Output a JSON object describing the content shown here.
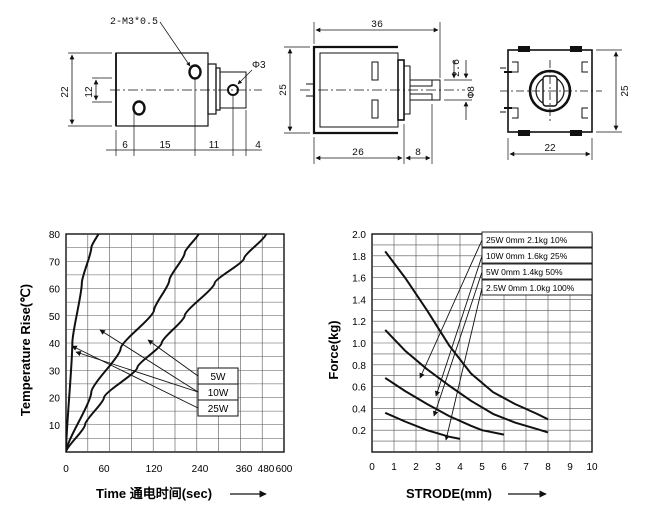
{
  "drawings": {
    "side_view": {
      "labels": {
        "thread": "2-M3*0.5",
        "dia": "Φ3",
        "height": "22",
        "inner": "12",
        "d1": "6",
        "d2": "15",
        "d3": "11",
        "d4": "4"
      }
    },
    "front_view": {
      "labels": {
        "width": "36",
        "height": "25",
        "d1": "2.6",
        "dia": "Φ8",
        "bottom": "26",
        "plunger": "8"
      }
    },
    "end_view": {
      "labels": {
        "height": "25",
        "width": "22"
      }
    }
  },
  "chart_data": [
    {
      "type": "line",
      "xlabel": "Time 通电时间(sec)",
      "ylabel": "Temperature Rise(℃)",
      "x_ticks": [
        "0",
        "60",
        "120",
        "240",
        "360",
        "480",
        "600"
      ],
      "y_ticks": [
        "10",
        "20",
        "30",
        "40",
        "50",
        "60",
        "70",
        "80"
      ],
      "xlim": [
        0,
        600
      ],
      "ylim": [
        0,
        80
      ],
      "grid": true,
      "legend": [
        "5W",
        "10W",
        "25W"
      ],
      "series": [
        {
          "name": "25W",
          "points": [
            [
              0,
              0
            ],
            [
              10,
              40
            ],
            [
              25,
              62
            ],
            [
              40,
              75
            ],
            [
              55,
              82
            ]
          ]
        },
        {
          "name": "10W",
          "points": [
            [
              0,
              0
            ],
            [
              40,
              22
            ],
            [
              80,
              38
            ],
            [
              120,
              52
            ],
            [
              160,
              63
            ],
            [
              200,
              73
            ],
            [
              240,
              81
            ]
          ]
        },
        {
          "name": "5W",
          "points": [
            [
              0,
              0
            ],
            [
              30,
              10
            ],
            [
              60,
              20
            ],
            [
              100,
              31
            ],
            [
              140,
              40
            ],
            [
              200,
              50
            ],
            [
              280,
              62
            ],
            [
              360,
              71
            ],
            [
              480,
              80
            ]
          ]
        }
      ]
    },
    {
      "type": "line",
      "xlabel": "STRODE(mm)",
      "ylabel": "Force(kg)",
      "x_ticks": [
        "0",
        "1",
        "2",
        "3",
        "4",
        "5",
        "6",
        "7",
        "8",
        "9",
        "10"
      ],
      "y_ticks": [
        "0.2",
        "0.4",
        "0.6",
        "0.8",
        "1.0",
        "1.2",
        "1.4",
        "1.6",
        "1.8",
        "2.0"
      ],
      "xlim": [
        0,
        10
      ],
      "ylim": [
        0,
        2.0
      ],
      "grid": true,
      "legend": [
        "25W 0mm 2.1kg 10%",
        "10W 0mm 1.6kg 25%",
        "5W 0mm 1.4kg 50%",
        "2.5W 0mm 1.0kg 100%"
      ],
      "series": [
        {
          "name": "25W 0mm 2.1kg 10%",
          "points": [
            [
              0.6,
              1.84
            ],
            [
              1.5,
              1.6
            ],
            [
              2.5,
              1.3
            ],
            [
              3.5,
              0.98
            ],
            [
              4.5,
              0.72
            ],
            [
              5.5,
              0.55
            ],
            [
              6.5,
              0.44
            ],
            [
              7.5,
              0.35
            ],
            [
              8,
              0.3
            ]
          ]
        },
        {
          "name": "10W 0mm 1.6kg 25%",
          "points": [
            [
              0.6,
              1.12
            ],
            [
              1.5,
              0.93
            ],
            [
              2.5,
              0.76
            ],
            [
              3.5,
              0.61
            ],
            [
              4.5,
              0.47
            ],
            [
              5.5,
              0.35
            ],
            [
              6.5,
              0.27
            ],
            [
              7.5,
              0.21
            ],
            [
              8,
              0.18
            ]
          ]
        },
        {
          "name": "5W 0mm 1.4kg 50%",
          "points": [
            [
              0.6,
              0.68
            ],
            [
              1.5,
              0.56
            ],
            [
              2.5,
              0.44
            ],
            [
              3.5,
              0.33
            ],
            [
              4.5,
              0.24
            ],
            [
              5,
              0.2
            ],
            [
              6,
              0.16
            ]
          ]
        },
        {
          "name": "2.5W 0mm 1.0kg 100%",
          "points": [
            [
              0.6,
              0.36
            ],
            [
              1.5,
              0.28
            ],
            [
              2.5,
              0.2
            ],
            [
              3.5,
              0.14
            ],
            [
              4,
              0.12
            ]
          ]
        }
      ]
    }
  ]
}
